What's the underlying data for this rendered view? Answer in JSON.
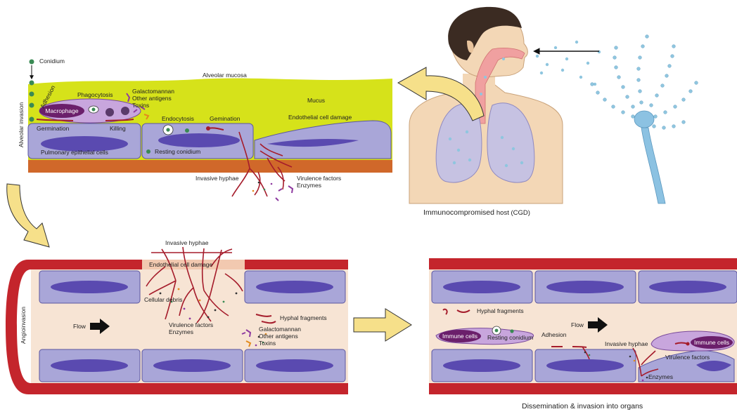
{
  "panel_alveolar": {
    "side_label": "Alveolar invasion",
    "conidium": "Conidium",
    "alveolar_mucosa": "Alveolar mucosa",
    "adhesion": "Adhesion",
    "phagocytosis": "Phagocytosis",
    "antigens": [
      "Galactomannan",
      "Other antigens",
      "Toxins"
    ],
    "mucus": "Mucus",
    "macrophage": "Macrophage",
    "endocytosis": "Endocytosis",
    "gemination": "Gemination",
    "endothelial_damage": "Endothelial cell damage",
    "germination": "Germination",
    "killing": "Killing",
    "pulmonary_cells": "Pulmonary epithelial cells",
    "resting_conidium": "Resting conidium",
    "invasive_hyphae": "Invasive hyphae",
    "virulence": [
      "Virulence factors",
      "Enzymes"
    ]
  },
  "host_caption": {
    "part1": "Immunocompromised ",
    "part2": "host (CGD)"
  },
  "panel_angio": {
    "side_label": "Angioinvasion",
    "invasive_hyphae": "Invasive hyphae",
    "endothelial_damage": "Endothelial cell damage",
    "cellular_debris": "Cellular debris",
    "flow": "Flow",
    "hyphal_fragments": "Hyphal fragments",
    "virulence": [
      "Virulence factors",
      "Enzymes"
    ],
    "antigens": [
      "Galactomannan",
      "Other antigens",
      "Toxins"
    ]
  },
  "panel_dissem": {
    "hyphal_fragments": "Hyphal fragments",
    "immune_cells_left": "Immune cells",
    "resting_conidium": "Resting conidium",
    "adhesion": "Adhesion",
    "flow": "Flow",
    "invasive_hyphae": "Invasive hyphae",
    "immune_cells_right": "Immune cells",
    "virulence_factors": "Virulence factors",
    "enzymes": "Enzymes",
    "caption": "Dissemination & invasion into organs"
  },
  "colors": {
    "mucus": "#d6e21a",
    "epithelial": "#a9a6d8",
    "nucleus": "#5a4ab0",
    "basement": "#d0682a",
    "vessel": "#c4252c",
    "lumen": "#f7e4d4",
    "hypha": "#a51c2b",
    "arrow_fill": "#f6e08a",
    "skin": "#f3d7b6",
    "lung": "#c6c2e2",
    "conidia": "#8fc6df"
  }
}
